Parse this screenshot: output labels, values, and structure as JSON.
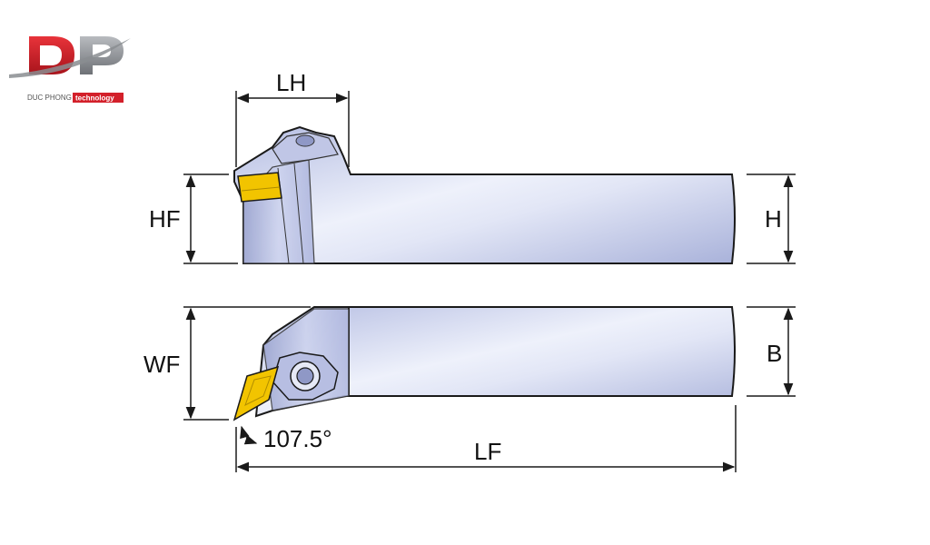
{
  "logo": {
    "letters": "DP",
    "company": "DUC PHONG",
    "tag": "technology",
    "colors": {
      "red": "#d3202a",
      "gray": "#8a8d91"
    }
  },
  "dimensions": {
    "lh": "LH",
    "hf": "HF",
    "h": "H",
    "wf": "WF",
    "b": "B",
    "lf": "LF",
    "angle": "107.5°"
  },
  "colors": {
    "body_light": "#eef1fb",
    "body_mid": "#c7cde8",
    "body_dark": "#9ea7d2",
    "insert": "#f2c400",
    "outline": "#1a1a1a"
  }
}
